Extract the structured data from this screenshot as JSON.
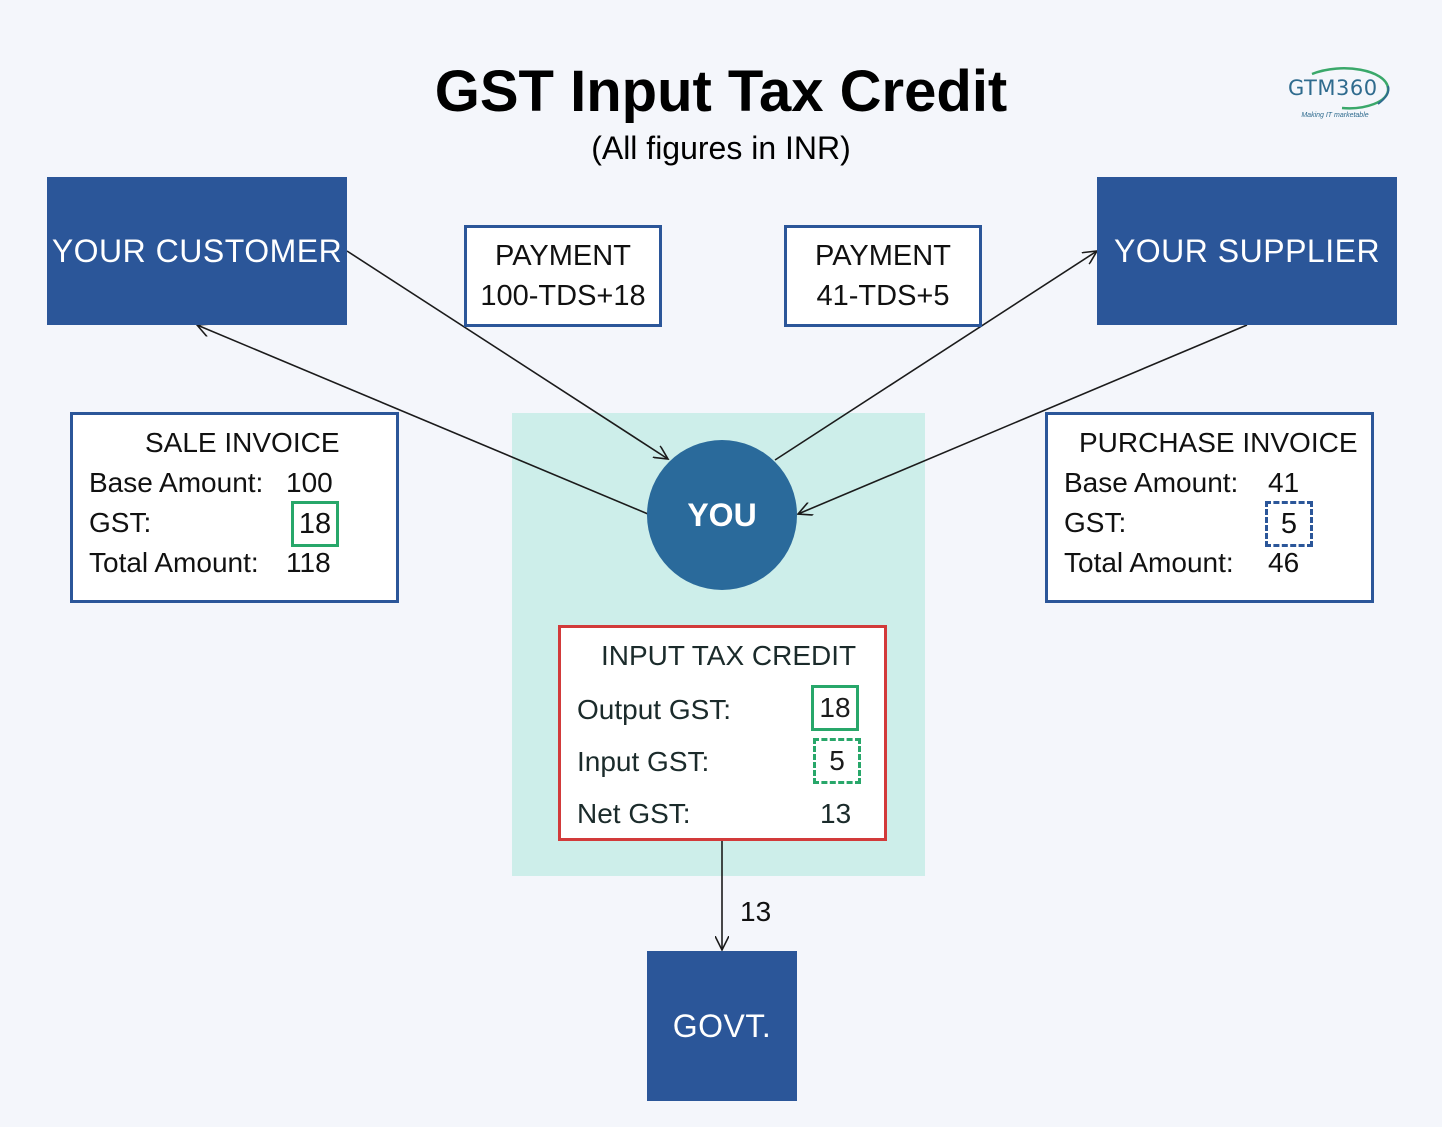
{
  "header": {
    "title": "GST Input Tax Credit",
    "subtitle": "(All figures in INR)"
  },
  "logo": {
    "name": "GTM360",
    "tagline": "Making IT marketable"
  },
  "parties": {
    "customer": "YOUR CUSTOMER",
    "supplier": "YOUR SUPPLIER",
    "you": "YOU",
    "govt": "GOVT."
  },
  "payments": {
    "left": {
      "label": "PAYMENT",
      "amount": "100-TDS+18"
    },
    "right": {
      "label": "PAYMENT",
      "amount": "41-TDS+5"
    }
  },
  "sale_invoice": {
    "title": "SALE INVOICE",
    "base_label": "Base Amount:",
    "base_value": "100",
    "gst_label": "GST:",
    "gst_value": "18",
    "total_label": "Total Amount:",
    "total_value": "118"
  },
  "purchase_invoice": {
    "title": "PURCHASE INVOICE",
    "base_label": "Base Amount:",
    "base_value": "41",
    "gst_label": "GST:",
    "gst_value": "5",
    "total_label": "Total Amount:",
    "total_value": "46"
  },
  "input_tax_credit": {
    "title": "INPUT TAX CREDIT",
    "output_label": "Output GST:",
    "output_value": "18",
    "input_label": "Input GST:",
    "input_value": "5",
    "net_label": "Net GST:",
    "net_value": "13"
  },
  "govt_payment": "13",
  "colors": {
    "party_blue": "#2b5699",
    "you_circle": "#2a6a9b",
    "highlight_zone": "#cdeeea",
    "itc_border": "#d23a3a",
    "gst_green": "#28a76a"
  }
}
